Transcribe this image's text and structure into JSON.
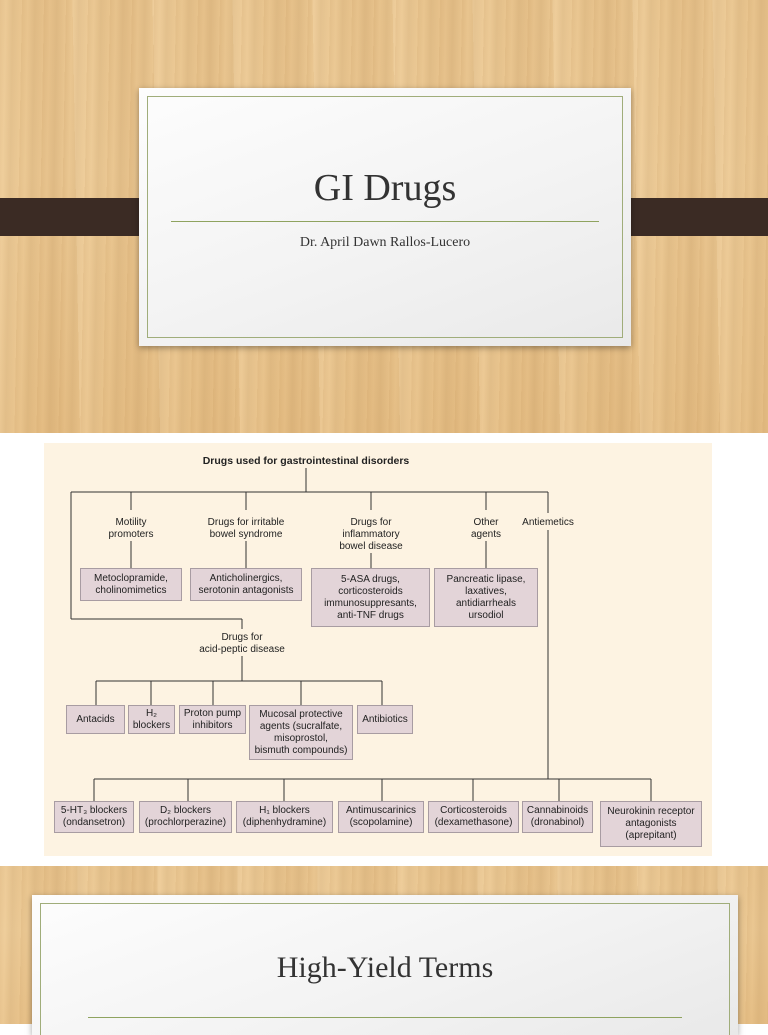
{
  "slide1": {
    "title": "GI Drugs",
    "author": "Dr. April Dawn Rallos-Lucero"
  },
  "diagram": {
    "root": "Drugs used for gastrointestinal disorders",
    "categories": {
      "motility": "Motility\npromoters",
      "ibs": "Drugs for irritable\nbowel syndrome",
      "ibd": "Drugs for\ninflammatory\nbowel disease",
      "other": "Other\nagents",
      "antiemetics": "Antiemetics",
      "acid": "Drugs for\nacid-peptic disease"
    },
    "boxes": {
      "motility": "Metoclopramide,\ncholinomimetics",
      "ibs": "Anticholinergics,\nserotonin antagonists",
      "ibd": "5-ASA drugs,\ncorticosteroids\nimmunosuppresants,\nanti-TNF drugs",
      "other": "Pancreatic lipase,\nlaxatives,\nantidiarrheals\nursodiol",
      "antacids": "Antacids",
      "h2": "H₂\nblockers",
      "ppi": "Proton pump\ninhibitors",
      "mucosal": "Mucosal protective\nagents (sucralfate,\nmisoprostol,\nbismuth compounds)",
      "antibiotics": "Antibiotics",
      "ht3": "5-HT₃ blockers\n(ondansetron)",
      "d2": "D₂ blockers\n(prochlorperazine)",
      "h1": "H₁ blockers\n(diphenhydramine)",
      "antimuscarinics": "Antimuscarinics\n(scopolamine)",
      "corticosteroids": "Corticosteroids\n(dexamethasone)",
      "cannabinoids": "Cannabinoids\n(dronabinol)",
      "nk": "Neurokinin receptor\nantagonists\n(aprepitant)"
    }
  },
  "slide3": {
    "title": "High-Yield Terms"
  }
}
